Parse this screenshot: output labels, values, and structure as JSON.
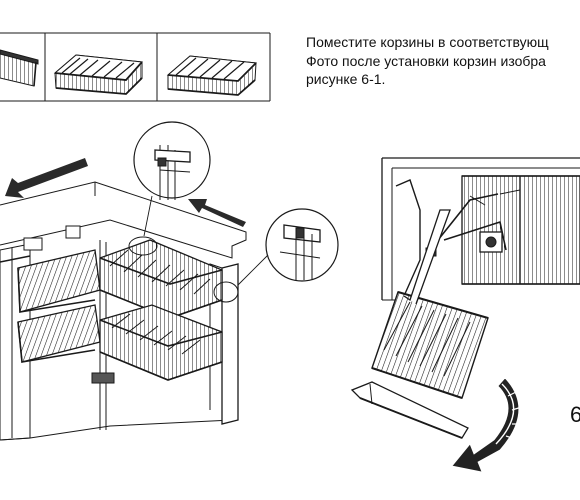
{
  "instructions": {
    "line1": "Поместите корзины в соответствующ",
    "line2": "Фото после установки корзин изобра",
    "line3": "рисунке 6-1."
  },
  "figure_label": "6",
  "colors": {
    "ink": "#1a1a1a",
    "shelf_fill": "#6b6b6b",
    "arrow_fill": "#2a2a2a"
  },
  "icons": {
    "basket_thumbs": "wire-basket-icon",
    "callouts": "magnifier-callout",
    "rotation_arrow": "curved-arrow-icon",
    "push_arrows": "arrow-left-icon"
  }
}
